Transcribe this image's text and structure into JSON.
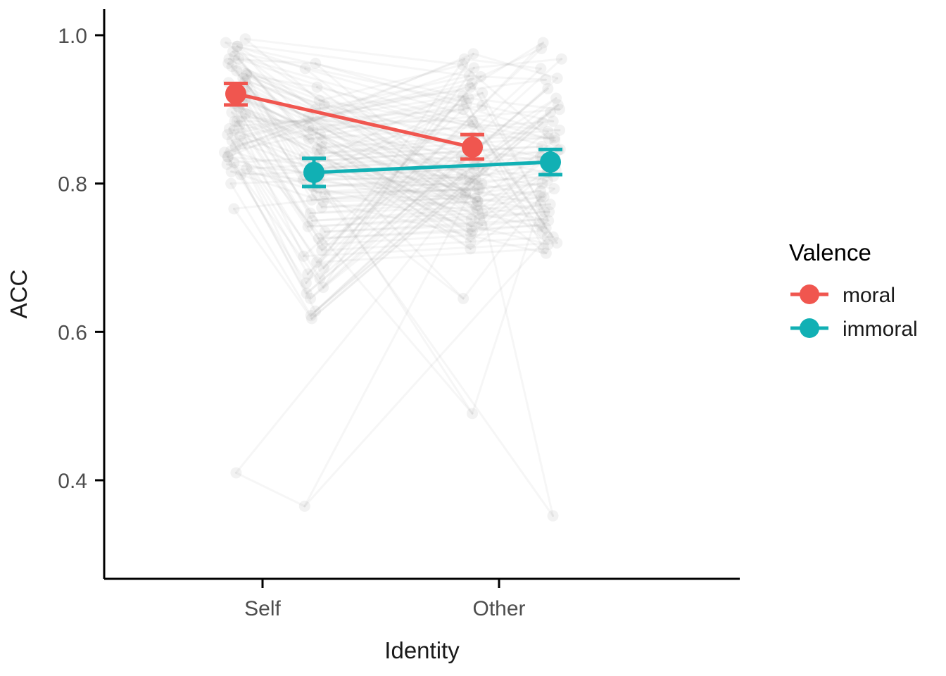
{
  "chart_data": {
    "type": "line",
    "title": "",
    "xlabel": "Identity",
    "ylabel": "ACC",
    "categories": [
      "Self",
      "Other"
    ],
    "x_positions": [
      373,
      709
    ],
    "ylim": [
      0.3,
      1.02
    ],
    "y_ticks": [
      1.0,
      0.8,
      0.6,
      0.4
    ],
    "y_tick_labels": [
      "1.0",
      "0.8",
      "0.6",
      "0.4"
    ],
    "grid": false,
    "legend": {
      "title": "Valence",
      "position": "right",
      "entries": [
        {
          "name": "moral",
          "color": "#F0564F"
        },
        {
          "name": "immoral",
          "color": "#11B0B4"
        }
      ]
    },
    "series": [
      {
        "name": "moral",
        "color": "#F0564F",
        "jitter_offset": -38,
        "values": [
          0.921,
          0.849
        ],
        "err_low": [
          0.906,
          0.833
        ],
        "err_high": [
          0.935,
          0.866
        ]
      },
      {
        "name": "immoral",
        "color": "#11B0B4",
        "jitter_offset": 73,
        "values": [
          0.815,
          0.829
        ],
        "err_low": [
          0.796,
          0.812
        ],
        "err_high": [
          0.834,
          0.846
        ]
      }
    ],
    "subject_color": "#9a9a9a",
    "subject_opacity": 0.13,
    "subjects": [
      {
        "id": "s01",
        "moral": [
          0.995,
          0.96
        ],
        "immoral": [
          0.912,
          0.861
        ]
      },
      {
        "id": "s02",
        "moral": [
          0.99,
          0.945
        ],
        "immoral": [
          0.9,
          0.94
        ]
      },
      {
        "id": "s03",
        "moral": [
          0.985,
          0.915
        ],
        "immoral": [
          0.872,
          0.9
        ]
      },
      {
        "id": "s04",
        "moral": [
          0.978,
          0.905
        ],
        "immoral": [
          0.86,
          0.884
        ]
      },
      {
        "id": "s05",
        "moral": [
          0.972,
          0.88
        ],
        "immoral": [
          0.848,
          0.872
        ]
      },
      {
        "id": "s06",
        "moral": [
          0.968,
          0.862
        ],
        "immoral": [
          0.84,
          0.862
        ]
      },
      {
        "id": "s07",
        "moral": [
          0.962,
          0.845
        ],
        "immoral": [
          0.83,
          0.85
        ]
      },
      {
        "id": "s08",
        "moral": [
          0.958,
          0.832
        ],
        "immoral": [
          0.82,
          0.845
        ]
      },
      {
        "id": "s09",
        "moral": [
          0.952,
          0.82
        ],
        "immoral": [
          0.812,
          0.836
        ]
      },
      {
        "id": "s10",
        "moral": [
          0.948,
          0.808
        ],
        "immoral": [
          0.805,
          0.828
        ]
      },
      {
        "id": "s11",
        "moral": [
          0.942,
          0.8
        ],
        "immoral": [
          0.796,
          0.818
        ]
      },
      {
        "id": "s12",
        "moral": [
          0.936,
          0.792
        ],
        "immoral": [
          0.788,
          0.81
        ]
      },
      {
        "id": "s13",
        "moral": [
          0.93,
          0.784
        ],
        "immoral": [
          0.778,
          0.8
        ]
      },
      {
        "id": "s14",
        "moral": [
          0.925,
          0.776
        ],
        "immoral": [
          0.768,
          0.79
        ]
      },
      {
        "id": "s15",
        "moral": [
          0.92,
          0.768
        ],
        "immoral": [
          0.76,
          0.782
        ]
      },
      {
        "id": "s16",
        "moral": [
          0.915,
          0.76
        ],
        "immoral": [
          0.75,
          0.772
        ]
      },
      {
        "id": "s17",
        "moral": [
          0.908,
          0.752
        ],
        "immoral": [
          0.742,
          0.762
        ]
      },
      {
        "id": "s18",
        "moral": [
          0.902,
          0.744
        ],
        "immoral": [
          0.735,
          0.752
        ]
      },
      {
        "id": "s19",
        "moral": [
          0.896,
          0.736
        ],
        "immoral": [
          0.726,
          0.744
        ]
      },
      {
        "id": "s20",
        "moral": [
          0.89,
          0.862
        ],
        "immoral": [
          0.718,
          0.736
        ]
      },
      {
        "id": "s21",
        "moral": [
          0.884,
          0.884
        ],
        "immoral": [
          0.71,
          0.728
        ]
      },
      {
        "id": "s22",
        "moral": [
          0.878,
          0.9
        ],
        "immoral": [
          0.702,
          0.72
        ]
      },
      {
        "id": "s23",
        "moral": [
          0.872,
          0.918
        ],
        "immoral": [
          0.694,
          0.712
        ]
      },
      {
        "id": "s24",
        "moral": [
          0.866,
          0.93
        ],
        "immoral": [
          0.686,
          0.99
        ]
      },
      {
        "id": "s25",
        "moral": [
          0.858,
          0.944
        ],
        "immoral": [
          0.678,
          0.982
        ]
      },
      {
        "id": "s26",
        "moral": [
          0.85,
          0.956
        ],
        "immoral": [
          0.672,
          0.968
        ]
      },
      {
        "id": "s27",
        "moral": [
          0.842,
          0.968
        ],
        "immoral": [
          0.666,
          0.955
        ]
      },
      {
        "id": "s28",
        "moral": [
          0.836,
          0.975
        ],
        "immoral": [
          0.66,
          0.942
        ]
      },
      {
        "id": "s29",
        "moral": [
          0.828,
          0.85
        ],
        "immoral": [
          0.652,
          0.928
        ]
      },
      {
        "id": "s30",
        "moral": [
          0.82,
          0.836
        ],
        "immoral": [
          0.645,
          0.915
        ]
      },
      {
        "id": "s31",
        "moral": [
          0.812,
          0.824
        ],
        "immoral": [
          0.628,
          0.906
        ]
      },
      {
        "id": "s32",
        "moral": [
          0.8,
          0.812
        ],
        "immoral": [
          0.622,
          0.896
        ]
      },
      {
        "id": "s33",
        "moral": [
          0.766,
          0.8
        ],
        "immoral": [
          0.618,
          0.882
        ]
      },
      {
        "id": "s34",
        "moral": [
          0.968,
          0.788
        ],
        "immoral": [
          0.962,
          0.87
        ]
      },
      {
        "id": "s35",
        "moral": [
          0.985,
          0.776
        ],
        "immoral": [
          0.955,
          0.858
        ]
      },
      {
        "id": "s36",
        "moral": [
          0.946,
          0.764
        ],
        "immoral": [
          0.93,
          0.846
        ]
      },
      {
        "id": "s37",
        "moral": [
          0.938,
          0.752
        ],
        "immoral": [
          0.906,
          0.835
        ]
      },
      {
        "id": "s38",
        "moral": [
          0.926,
          0.742
        ],
        "immoral": [
          0.89,
          0.826
        ]
      },
      {
        "id": "s39",
        "moral": [
          0.914,
          0.732
        ],
        "immoral": [
          0.876,
          0.815
        ]
      },
      {
        "id": "s40",
        "moral": [
          0.904,
          0.722
        ],
        "immoral": [
          0.866,
          0.804
        ]
      },
      {
        "id": "s41",
        "moral": [
          0.894,
          0.712
        ],
        "immoral": [
          0.856,
          0.793
        ]
      },
      {
        "id": "s42",
        "moral": [
          0.884,
          0.645
        ],
        "immoral": [
          0.846,
          0.782
        ]
      },
      {
        "id": "s43",
        "moral": [
          0.874,
          0.49
        ],
        "immoral": [
          0.836,
          0.772
        ]
      },
      {
        "id": "s44",
        "moral": [
          0.864,
          0.935
        ],
        "immoral": [
          0.826,
          0.762
        ]
      },
      {
        "id": "s45",
        "moral": [
          0.854,
          0.922
        ],
        "immoral": [
          0.816,
          0.75
        ]
      },
      {
        "id": "s46",
        "moral": [
          0.844,
          0.908
        ],
        "immoral": [
          0.806,
          0.74
        ]
      },
      {
        "id": "s47",
        "moral": [
          0.41,
          0.82
        ],
        "immoral": [
          0.365,
          0.728
        ]
      },
      {
        "id": "s48",
        "moral": [
          0.836,
          0.806
        ],
        "immoral": [
          0.796,
          0.718
        ]
      },
      {
        "id": "s49",
        "moral": [
          0.826,
          0.792
        ],
        "immoral": [
          0.786,
          0.352
        ]
      },
      {
        "id": "s50",
        "moral": [
          0.816,
          0.78
        ],
        "immoral": [
          0.776,
          0.706
        ]
      }
    ]
  }
}
